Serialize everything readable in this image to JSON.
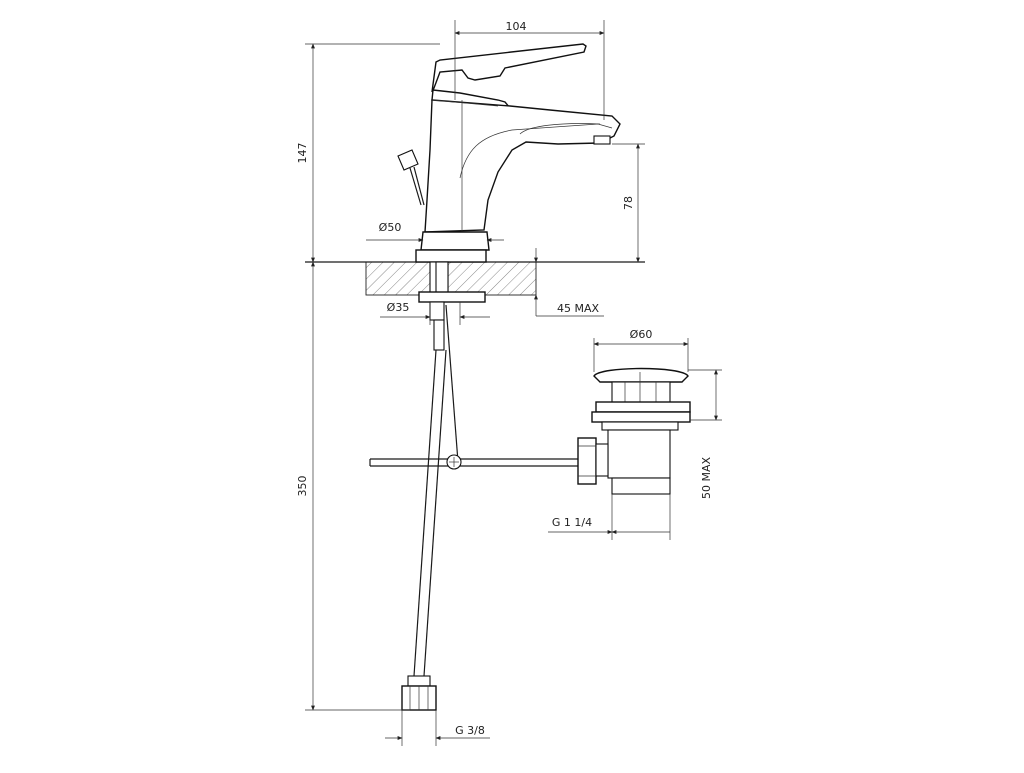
{
  "dimensions": {
    "width_104": "104",
    "height_147": "147",
    "spout_78": "78",
    "dia_50": "Ø50",
    "dia_35": "Ø35",
    "max_45": "45 MAX",
    "dia_60": "Ø60",
    "max_50": "50 MAX",
    "g_1_1_4": "G 1 1/4",
    "height_350": "350",
    "g_3_8": "G 3/8"
  }
}
